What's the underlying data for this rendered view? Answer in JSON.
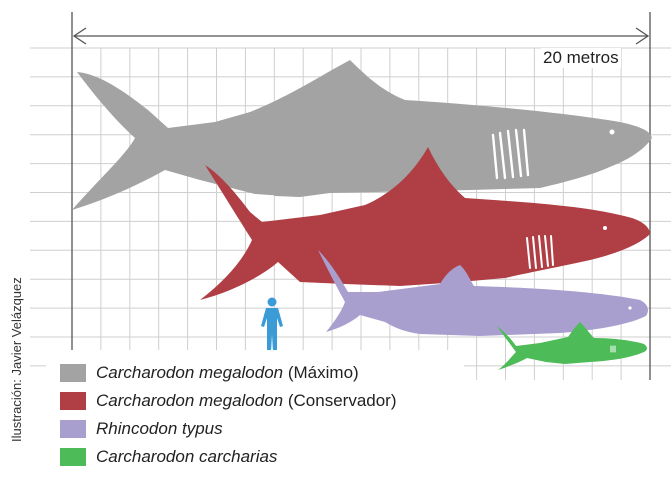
{
  "scale": {
    "label": "20 metros",
    "length_m": 20
  },
  "credit": "Ilustración: Javier Velázquez",
  "colors": {
    "grid": "#c9c9c9",
    "megalodon_max": "#a3a3a3",
    "megalodon_conservative": "#b03e45",
    "rhincodon": "#a89fcf",
    "carcharias": "#4dbb57",
    "human": "#3a9bd6"
  },
  "legend": [
    {
      "sci": "Carcharodon megalodon",
      "note": "(Máximo)",
      "color": "#a3a3a3"
    },
    {
      "sci": "Carcharodon megalodon",
      "note": "(Conservador)",
      "color": "#b03e45"
    },
    {
      "sci": "Rhincodon typus",
      "note": "",
      "color": "#a89fcf"
    },
    {
      "sci": "Carcharodon carcharias",
      "note": "",
      "color": "#4dbb57"
    }
  ]
}
